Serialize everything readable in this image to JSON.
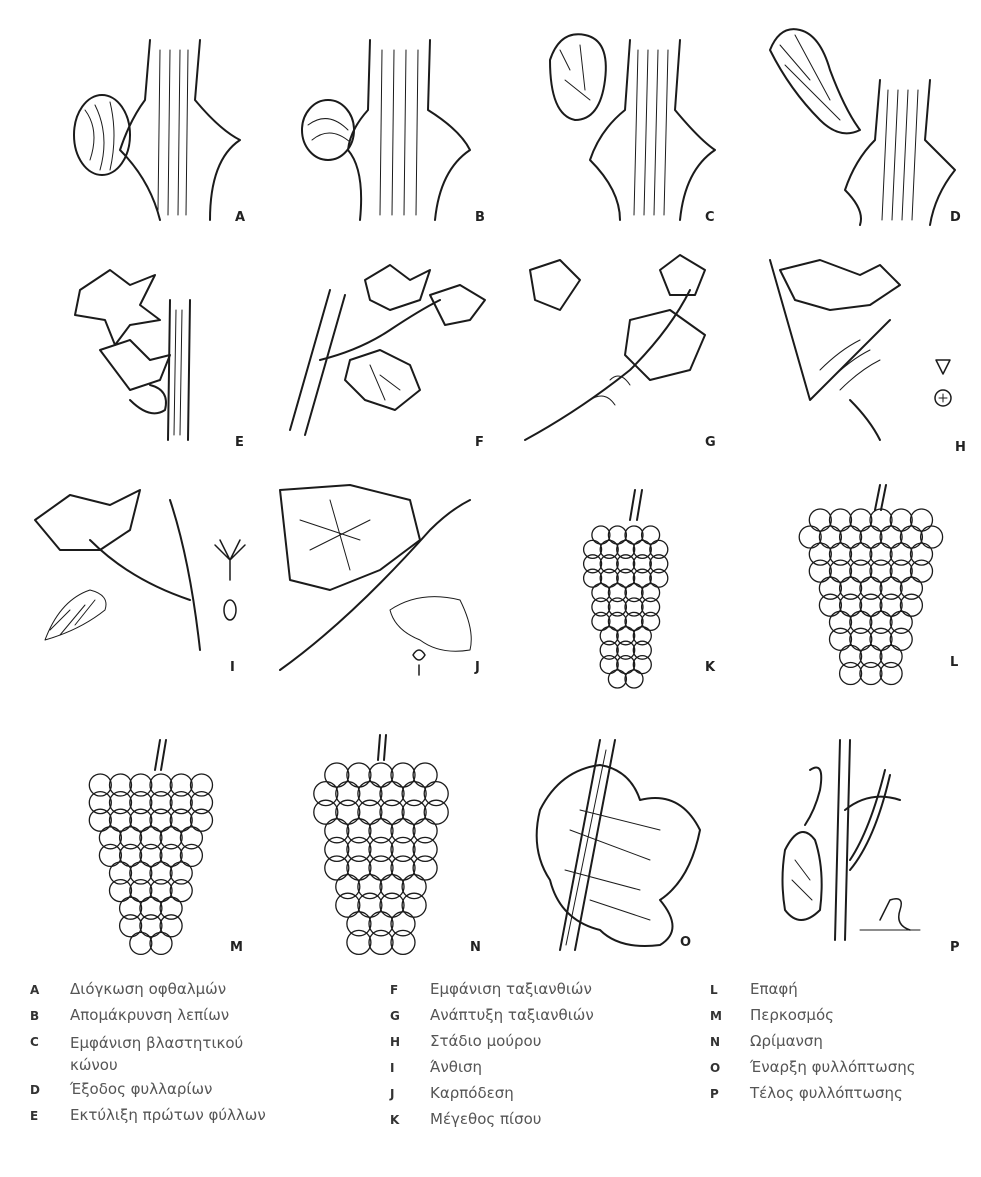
{
  "panels": [
    {
      "letter": "A"
    },
    {
      "letter": "B"
    },
    {
      "letter": "C"
    },
    {
      "letter": "D"
    },
    {
      "letter": "E"
    },
    {
      "letter": "F"
    },
    {
      "letter": "G"
    },
    {
      "letter": "H"
    },
    {
      "letter": "I"
    },
    {
      "letter": "J"
    },
    {
      "letter": "K"
    },
    {
      "letter": "L"
    },
    {
      "letter": "M"
    },
    {
      "letter": "N"
    },
    {
      "letter": "O"
    },
    {
      "letter": "P"
    }
  ],
  "legend": {
    "col1": [
      {
        "key": "A",
        "text": "Διόγκωση οφθαλμών"
      },
      {
        "key": "B",
        "text": "Απομάκρυνση λεπίων"
      },
      {
        "key": "C",
        "text": "Εμφάνιση βλαστητικού κώνου"
      },
      {
        "key": "D",
        "text": "Έξοδος φυλλαρίων"
      },
      {
        "key": "E",
        "text": "Εκτύλιξη πρώτων φύλλων"
      }
    ],
    "col2": [
      {
        "key": "F",
        "text": "Εμφάνιση ταξιανθιών"
      },
      {
        "key": "G",
        "text": "Ανάπτυξη ταξιανθιών"
      },
      {
        "key": "H",
        "text": "Στάδιο μούρου"
      },
      {
        "key": "I",
        "text": "Άνθιση"
      },
      {
        "key": "J",
        "text": "Καρπόδεση"
      },
      {
        "key": "K",
        "text": "Μέγεθος πίσου"
      }
    ],
    "col3": [
      {
        "key": "L",
        "text": "Επαφή"
      },
      {
        "key": "M",
        "text": "Περκοσμός"
      },
      {
        "key": "N",
        "text": "Ωρίμανση"
      },
      {
        "key": "O",
        "text": "Έναρξη φυλλόπτωσης"
      },
      {
        "key": "P",
        "text": "Τέλος φυλλόπτωσης"
      }
    ]
  }
}
